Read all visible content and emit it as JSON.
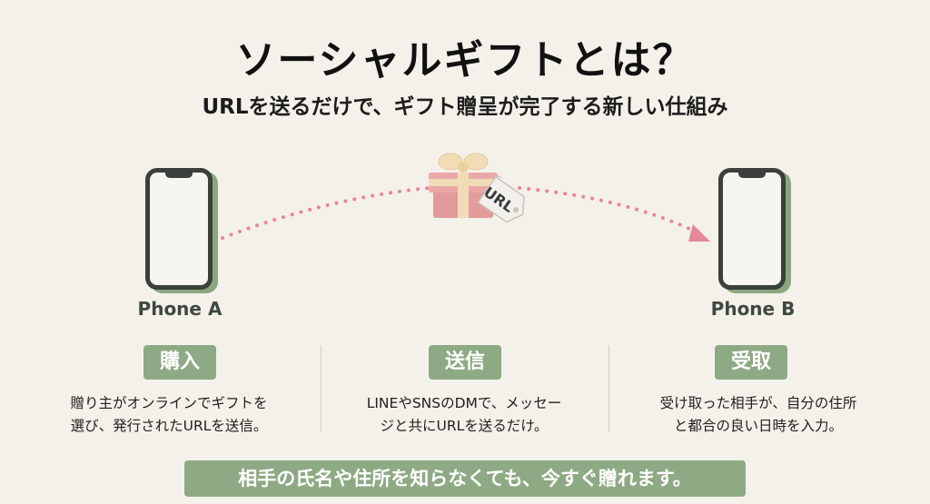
{
  "header": {
    "title": "ソーシャルギフトとは？",
    "subtitle": "URLを送るだけで、ギフト贈呈が完了する新しい仕組み"
  },
  "phones": {
    "a_label": "Phone A",
    "b_label": "Phone B"
  },
  "gift": {
    "tag_text": "URL"
  },
  "steps": [
    {
      "badge": "購入",
      "desc_line1": "贈り主がオンラインでギフトを",
      "desc_line2": "選び、発行されたURLを送信。"
    },
    {
      "badge": "送信",
      "desc_line1": "LINEやSNSのDMで、メッセー",
      "desc_line2": "ジと共にURLを送るだけ。"
    },
    {
      "badge": "受取",
      "desc_line1": "受け取った相手が、自分の住所",
      "desc_line2": "と都合の良い日時を入力。"
    }
  ],
  "banner": {
    "text": "相手の氏名や住所を知らなくても、今すぐ贈れます。"
  },
  "colors": {
    "background": "#f4f1ea",
    "accent_green": "#8eaa84",
    "arrow_pink": "#e8869a",
    "gift_pink": "#e6a0a0",
    "ribbon_cream": "#f1dcb5",
    "phone_frame": "#3b403c"
  }
}
